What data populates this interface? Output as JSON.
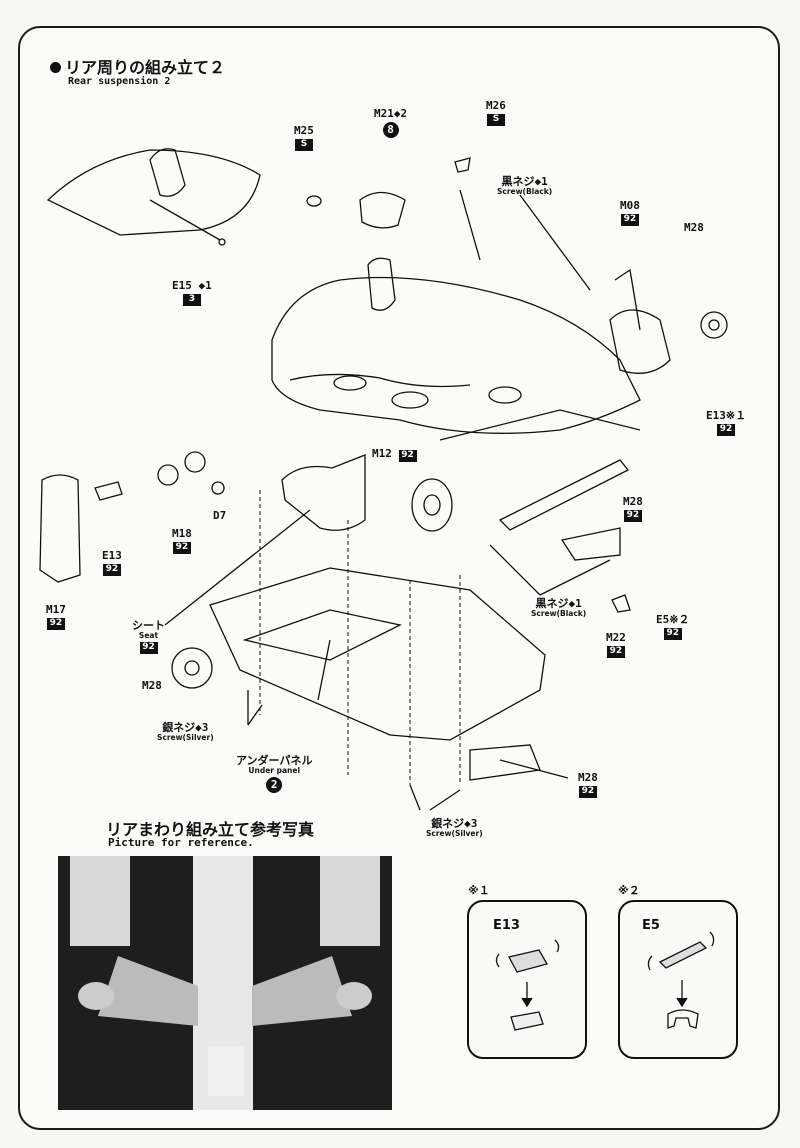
{
  "header": {
    "title": "リア周りの組み立て２",
    "subtitle": "Rear suspension 2"
  },
  "parts": {
    "m25": {
      "code": "M25",
      "badge": "S"
    },
    "m21": {
      "code": "M21◆2",
      "badge": "8"
    },
    "m26": {
      "code": "M26",
      "badge": "S"
    },
    "screw_black_top": {
      "jp": "黒ネジ◆1",
      "en": "Screw(Black)"
    },
    "m08": {
      "code": "M08",
      "badge": "92"
    },
    "m28_top": {
      "code": "M28"
    },
    "e15": {
      "code": "E15 ◆1",
      "badge": "3"
    },
    "e13_side": {
      "code": "E13※１",
      "badge": "92"
    },
    "m12": {
      "code": "M12",
      "badge": "92"
    },
    "m28_mid": {
      "code": "M28",
      "badge": "92"
    },
    "e13_left": {
      "code": "E13",
      "badge": "92"
    },
    "m18": {
      "code": "M18",
      "badge": "92"
    },
    "d7": {
      "code": "D7"
    },
    "m17": {
      "code": "M17",
      "badge": "92"
    },
    "seat": {
      "jp": "シート",
      "en": "Seat",
      "badge": "92"
    },
    "m28_left": {
      "code": "M28"
    },
    "screw_black_bottom": {
      "jp": "黒ネジ◆1",
      "en": "Screw(Black)"
    },
    "e5": {
      "code": "E5※２",
      "badge": "92"
    },
    "m22": {
      "code": "M22",
      "badge": "92"
    },
    "screw_silver_left": {
      "jp": "銀ネジ◆3",
      "en": "Screw(Silver)"
    },
    "under_panel": {
      "jp": "アンダーパネル",
      "en": "Under panel",
      "badge": "2"
    },
    "m28_bottom": {
      "code": "M28",
      "badge": "92"
    },
    "screw_silver_bottom": {
      "jp": "銀ネジ◆3",
      "en": "Screw(Silver)"
    }
  },
  "reference": {
    "title": "リアまわり組み立て参考写真",
    "subtitle": "Picture for reference."
  },
  "notes": [
    {
      "mark": "※１",
      "part": "E13"
    },
    {
      "mark": "※２",
      "part": "E5"
    }
  ]
}
